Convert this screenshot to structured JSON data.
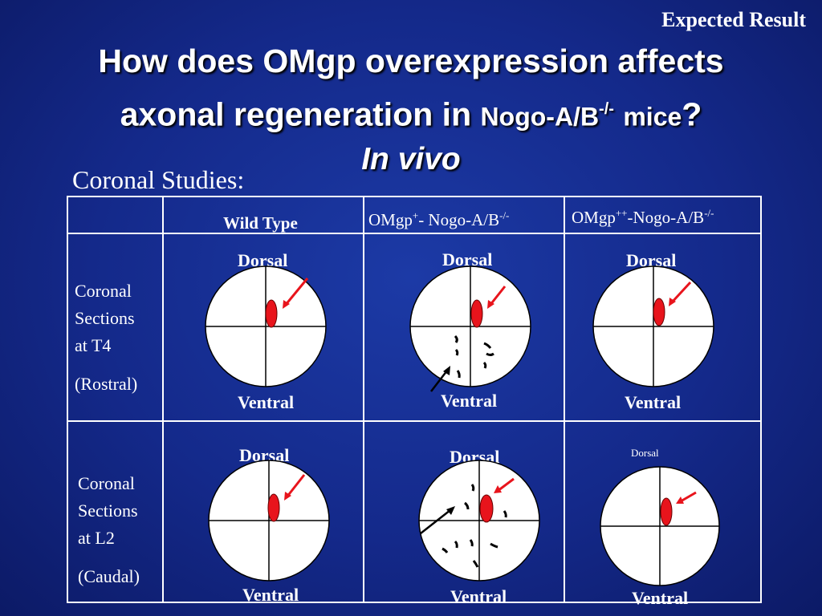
{
  "corner_label": "Expected Result",
  "title": {
    "line1": "How does OMgp overexpression affects",
    "line2_main": "axonal regeneration in",
    "line2_gene": "Nogo-A/B",
    "line2_sup": "-/-",
    "line2_mice": "mice",
    "line2_q": "?",
    "line3": "In vivo"
  },
  "subtitle": "Coronal Studies:",
  "columns": {
    "wild_type": "Wild Type",
    "col2_pre": "OMgp",
    "col2_sup1": "+",
    "col2_mid": "- Nogo-A/B",
    "col2_sup2": "-/-",
    "col3_pre": "OMgp",
    "col3_sup1": "++",
    "col3_mid": "-Nogo-A/B",
    "col3_sup2": "-/-"
  },
  "rows": {
    "r1_line1": "Coronal",
    "r1_line2": "Sections",
    "r1_line3": "at T4",
    "r1_line4": "(Rostral)",
    "r2_line1": "Coronal",
    "r2_line2": "Sections",
    "r2_line3": "at L2",
    "r2_line4": "(Caudal)"
  },
  "cells": {
    "dorsal": "Dorsal",
    "ventral": "Ventral"
  },
  "colors": {
    "background": "#14298a",
    "lesion_red": "#e8141c",
    "arrow_red": "#e8141c",
    "axon_black": "#000000"
  }
}
